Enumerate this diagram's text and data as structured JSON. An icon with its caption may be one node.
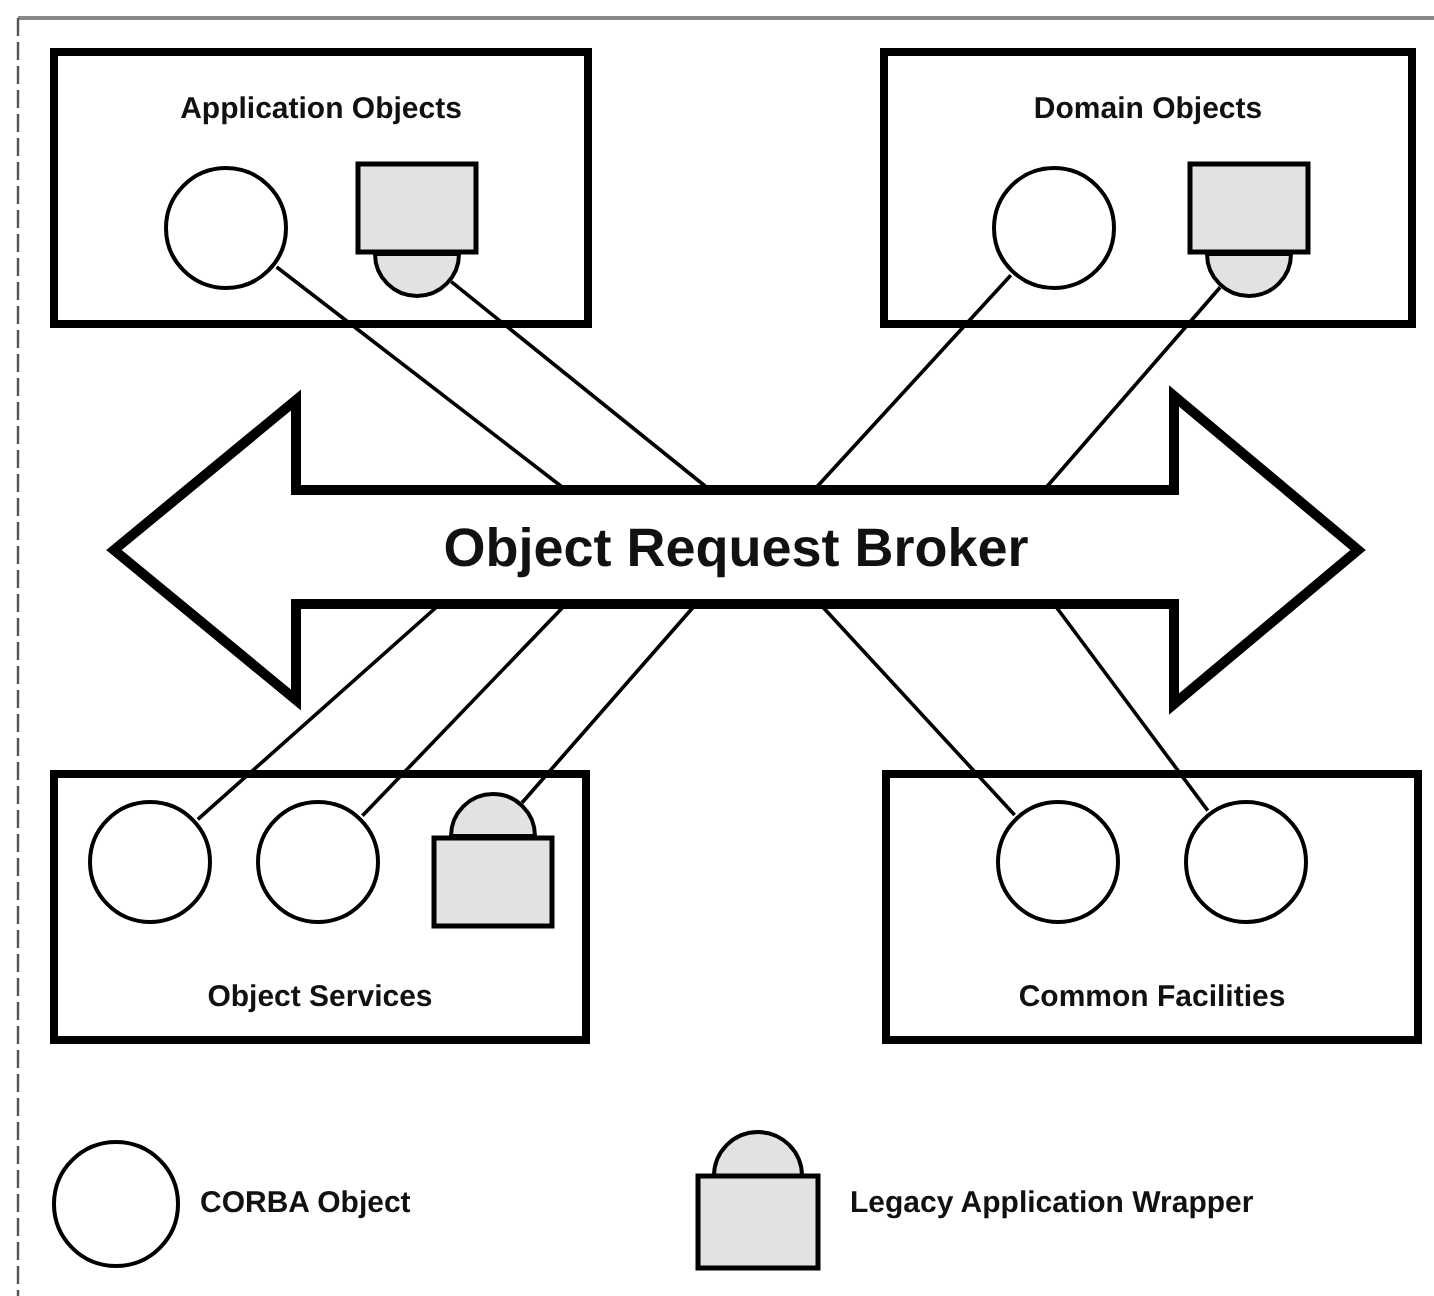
{
  "diagram": {
    "nodes": [
      {
        "text": [
          "Application Objects"
        ]
      },
      {
        "text": [],
        "shape": "circle",
        "in": 0
      },
      {
        "text": [],
        "shape": "box",
        "in": 0
      },
      {
        "text": [
          "Domain Objects"
        ]
      },
      {
        "text": [],
        "shape": "circle",
        "in": 3
      },
      {
        "text": [],
        "shape": "box",
        "in": 3
      },
      {
        "text": [
          "Object Request Broker"
        ]
      },
      {
        "text": [
          "Object Services"
        ]
      },
      {
        "text": [],
        "shape": "circle",
        "in": 7
      },
      {
        "text": [],
        "shape": "circle",
        "in": 7
      },
      {
        "text": [],
        "shape": "box",
        "in": 7
      },
      {
        "text": [
          "Common Facilities"
        ]
      },
      {
        "text": [],
        "shape": "circle",
        "in": 11
      },
      {
        "text": [],
        "shape": "circle",
        "in": 11
      }
    ],
    "edges": [
      {
        "from": 1,
        "to": 6,
        "arrow": "none"
      },
      {
        "from": 2,
        "to": 6,
        "arrow": "none"
      },
      {
        "from": 4,
        "to": 6,
        "arrow": "none"
      },
      {
        "from": 5,
        "to": 6,
        "arrow": "none"
      },
      {
        "from": 8,
        "to": 6,
        "arrow": "none"
      },
      {
        "from": 9,
        "to": 6,
        "arrow": "none"
      },
      {
        "from": 10,
        "to": 6,
        "arrow": "none"
      },
      {
        "from": 12,
        "to": 6,
        "arrow": "none"
      },
      {
        "from": 13,
        "to": 6,
        "arrow": "none"
      }
    ],
    "legend": [
      {
        "text": "CORBA Object"
      },
      {
        "text": "Legacy Application Wrapper"
      }
    ]
  }
}
